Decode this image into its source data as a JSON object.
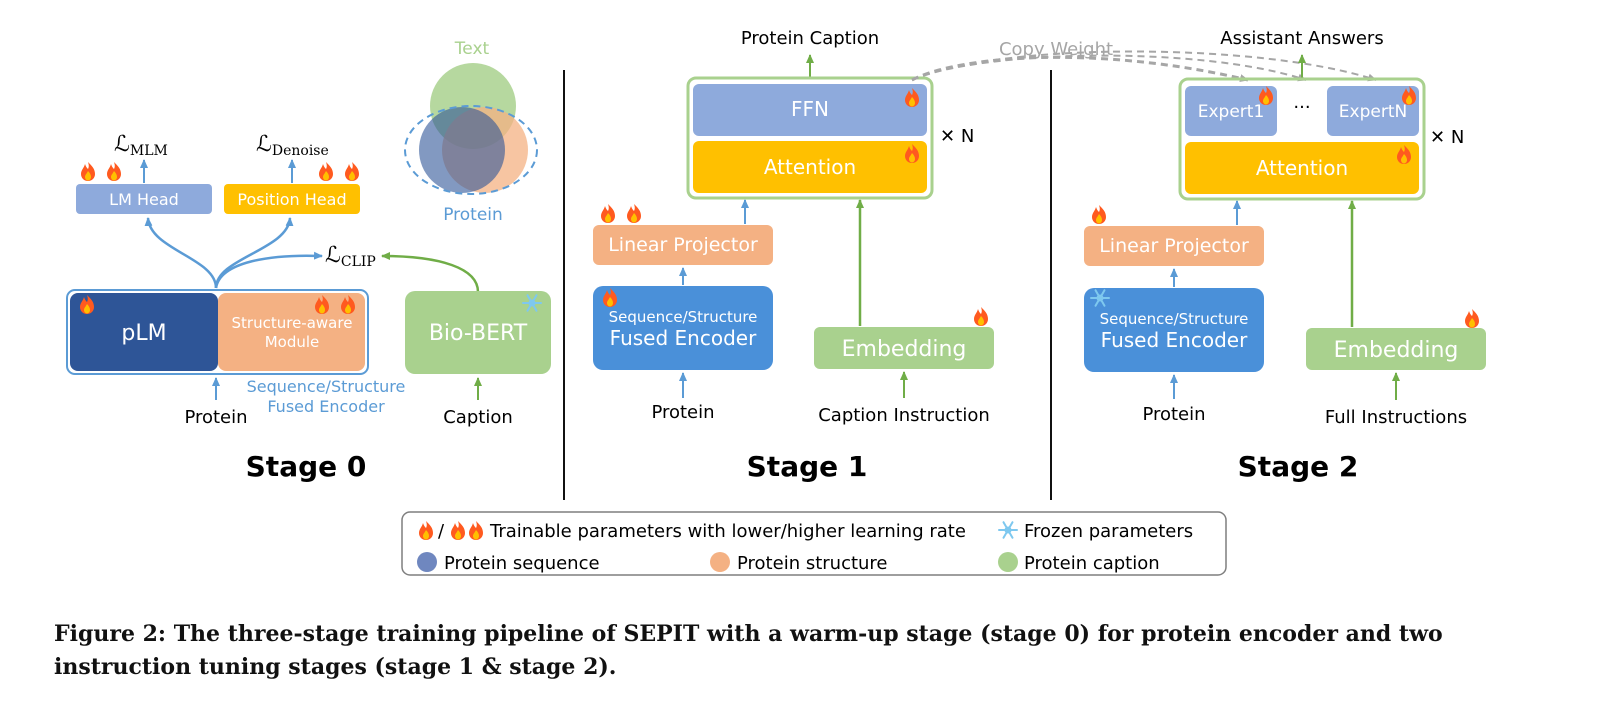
{
  "stage0": {
    "title": "Stage 0",
    "loss_mlm": "ℒ",
    "loss_mlm_sub": "MLM",
    "loss_denoise": "ℒ",
    "loss_denoise_sub": "Denoise",
    "loss_clip": "ℒ",
    "loss_clip_sub": "CLIP",
    "lm_head": "LM Head",
    "position_head": "Position Head",
    "plm": "pLM",
    "structure_module_line1": "Structure-aware",
    "structure_module_line2": "Module",
    "fused_encoder_line1": "Sequence/Structure",
    "fused_encoder_line2": "Fused Encoder",
    "biobert": "Bio-BERT",
    "venn_text": "Text",
    "venn_protein": "Protein",
    "input_protein": "Protein",
    "input_caption": "Caption"
  },
  "stage1": {
    "title": "Stage 1",
    "output": "Protein Caption",
    "ffn": "FFN",
    "attention": "Attention",
    "times_n": "N",
    "linear_projector": "Linear Projector",
    "encoder_line1": "Sequence/Structure",
    "encoder_line2": "Fused Encoder",
    "embedding": "Embedding",
    "input_protein": "Protein",
    "input_instruction": "Caption Instruction"
  },
  "copy_weight": "Copy Weight",
  "stage2": {
    "title": "Stage 2",
    "output": "Assistant Answers",
    "expert1": "Expert1",
    "ellipsis": "···",
    "expertN": "ExpertN",
    "attention": "Attention",
    "times_n": "N",
    "linear_projector": "Linear Projector",
    "encoder_line1": "Sequence/Structure",
    "encoder_line2": "Fused Encoder",
    "embedding": "Embedding",
    "input_protein": "Protein",
    "input_instruction": "Full Instructions"
  },
  "legend": {
    "trainable_sep": "/",
    "trainable": "Trainable parameters with lower/higher learning rate",
    "frozen": "Frozen parameters",
    "seq": "Protein sequence",
    "struct": "Protein structure",
    "caption": "Protein caption"
  },
  "figure_caption": "Figure 2: The three-stage training pipeline of SEPIT with a warm-up stage (stage 0) for protein encoder and two instruction tuning stages (stage 1 & stage 2).",
  "colors": {
    "blue_light": "#8eaadc",
    "blue_mid": "#4a90d9",
    "blue_dark": "#2e5597",
    "yellow": "#ffc000",
    "orange": "#f4b183",
    "green": "#a9d18e",
    "green_line": "#70ad47",
    "arrow_blue": "#5b9bd5",
    "gray": "#a6a6a6"
  },
  "icons": {
    "trainable": "fire-icon",
    "frozen": "snowflake-icon"
  }
}
